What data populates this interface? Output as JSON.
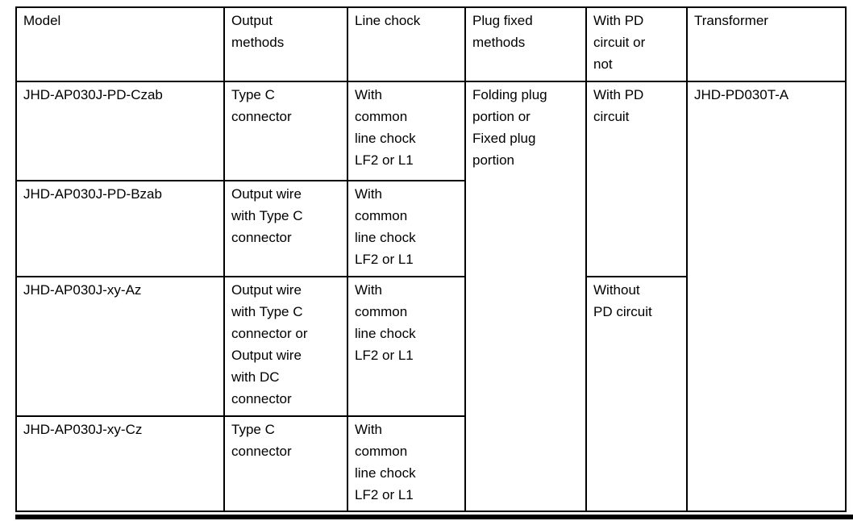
{
  "colors": {
    "border": "#000000",
    "text": "#000000",
    "background": "#ffffff"
  },
  "table": {
    "header": {
      "model": "Model",
      "output_methods": "Output\nmethods",
      "line_chock": "Line chock",
      "plug_fixed_methods": "Plug fixed\nmethods",
      "pd_circuit_or_not": "With PD\ncircuit or\nnot",
      "transformer": "Transformer"
    },
    "merged": {
      "plug_fixed_methods": "Folding plug\nportion or\nFixed plug\nportion",
      "with_pd_circuit": "With PD\ncircuit",
      "without_pd_circuit": "Without\nPD circuit",
      "transformer": "JHD-PD030T-A"
    },
    "rows": [
      {
        "model": "JHD-AP030J-PD-Czab",
        "output_methods": "Type C\nconnector",
        "line_chock": "With\ncommon\nline chock\nLF2 or L1"
      },
      {
        "model": "JHD-AP030J-PD-Bzab",
        "output_methods": "Output wire\nwith Type C\nconnector",
        "line_chock": "With\ncommon\nline chock\nLF2 or L1"
      },
      {
        "model": "JHD-AP030J-xy-Az",
        "output_methods": "Output wire\nwith Type C\nconnector or\nOutput wire\nwith DC\nconnector",
        "line_chock": "With\ncommon\nline chock\nLF2 or L1"
      },
      {
        "model": "JHD-AP030J-xy-Cz",
        "output_methods": "Type C\nconnector",
        "line_chock": "With\ncommon\nline chock\nLF2 or L1"
      }
    ]
  }
}
